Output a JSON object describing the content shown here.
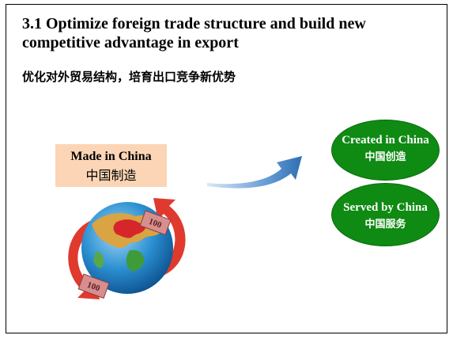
{
  "slide": {
    "title": "3.1 Optimize foreign trade structure and build new competitive advantage in export",
    "subtitle_cn": "优化对外贸易结构，培育出口竞争新优势"
  },
  "made_in_china": {
    "en": "Made in China",
    "cn": "中国制造"
  },
  "ovals": [
    {
      "en": "Created in China",
      "cn": "中国创造"
    },
    {
      "en": "Served by China",
      "cn": "中国服务"
    }
  ],
  "colors": {
    "oval_green": "#0f8a13",
    "made_box_bg": "#fbd5b5",
    "arrow_blue": "#2e6fb3",
    "globe_ocean": "#2a8fd0",
    "china_red": "#d6262b"
  },
  "illustration": {
    "banknote_label": "100"
  }
}
